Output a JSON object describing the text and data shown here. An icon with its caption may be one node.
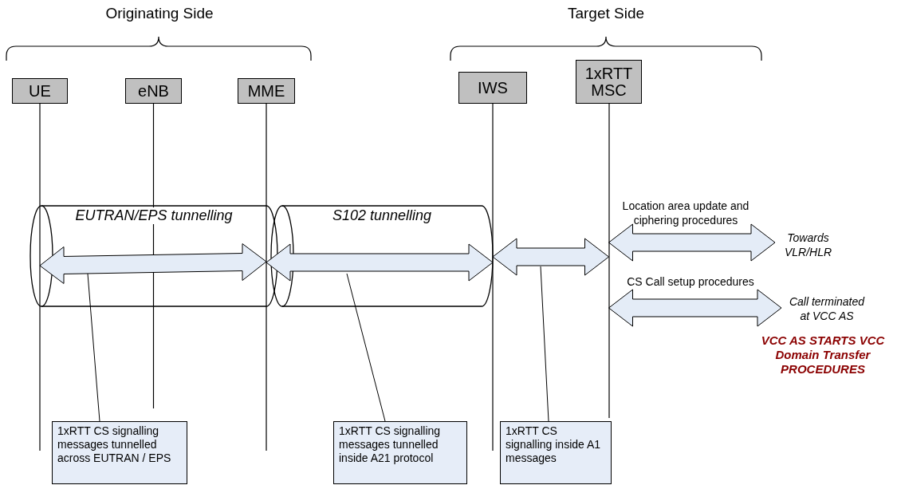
{
  "diagram": {
    "nodes": [
      {
        "text": [
          "UE"
        ]
      },
      {
        "text": [
          "eNB"
        ]
      },
      {
        "text": [
          "MME"
        ]
      },
      {
        "text": [
          "IWS"
        ]
      },
      {
        "text": [
          "1xRTT MSC"
        ]
      },
      {
        "text": [
          "EUTRAN/EPS tunnelling"
        ]
      },
      {
        "text": [
          "S102 tunnelling"
        ]
      },
      {
        "text": [
          "1xRTT CS signalling messages tunnelled across EUTRAN / EPS"
        ]
      },
      {
        "text": [
          "1xRTT CS signalling messages tunnelled inside A21 protocol"
        ]
      },
      {
        "text": [
          "1xRTT CS signalling inside A1 messages"
        ]
      },
      {
        "text": [
          "Towards VLR/HLR"
        ]
      },
      {
        "text": [
          "Call terminated at VCC AS"
        ]
      }
    ],
    "edges": [
      {
        "from": 0,
        "to": 2,
        "arrow": "both"
      },
      {
        "from": 2,
        "to": 3,
        "arrow": "both"
      },
      {
        "from": 3,
        "to": 4,
        "arrow": "both"
      },
      {
        "from": 4,
        "to": 10,
        "arrow": "both",
        "label": "Location area update and ciphering procedures"
      },
      {
        "from": 4,
        "to": 11,
        "arrow": "both",
        "label": "CS Call setup procedures"
      },
      {
        "from": 7,
        "to": 5,
        "arrow": "none"
      },
      {
        "from": 8,
        "to": 6,
        "arrow": "none"
      },
      {
        "from": 9,
        "to": null,
        "arrow": "none"
      }
    ],
    "labels": [
      "Originating Side",
      "Target Side",
      "VCC AS STARTS VCC Domain Transfer PROCEDURES"
    ]
  }
}
